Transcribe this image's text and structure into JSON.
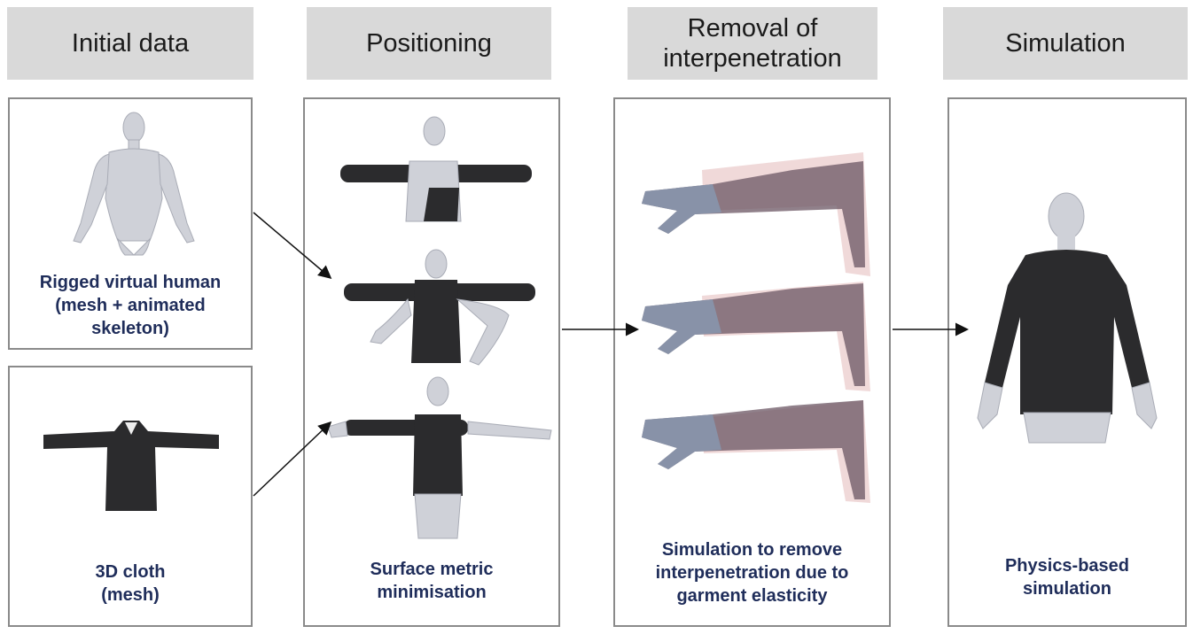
{
  "headers": {
    "initial": "Initial data",
    "positioning": "Positioning",
    "removal_line1": "Removal of",
    "removal_line2": "interpenetration",
    "simulation": "Simulation"
  },
  "captions": {
    "human": "Rigged virtual human\n(mesh + animated\nskeleton)",
    "cloth": "3D cloth\n(mesh)",
    "positioning": "Surface metric\nminimisation",
    "removal": "Simulation to remove\ninterpenetration due to\ngarment elasticity",
    "simulation": "Physics-based\nsimulation"
  },
  "colors": {
    "header_bg": "#d9d9d9",
    "box_border": "#8a8a8a",
    "caption_text": "#1f2d5a",
    "skin": "#c9cbd3",
    "garment": "#2b2b2d",
    "arm_overlay": "#6b5563",
    "arm_halo": "#e9c9c9"
  }
}
